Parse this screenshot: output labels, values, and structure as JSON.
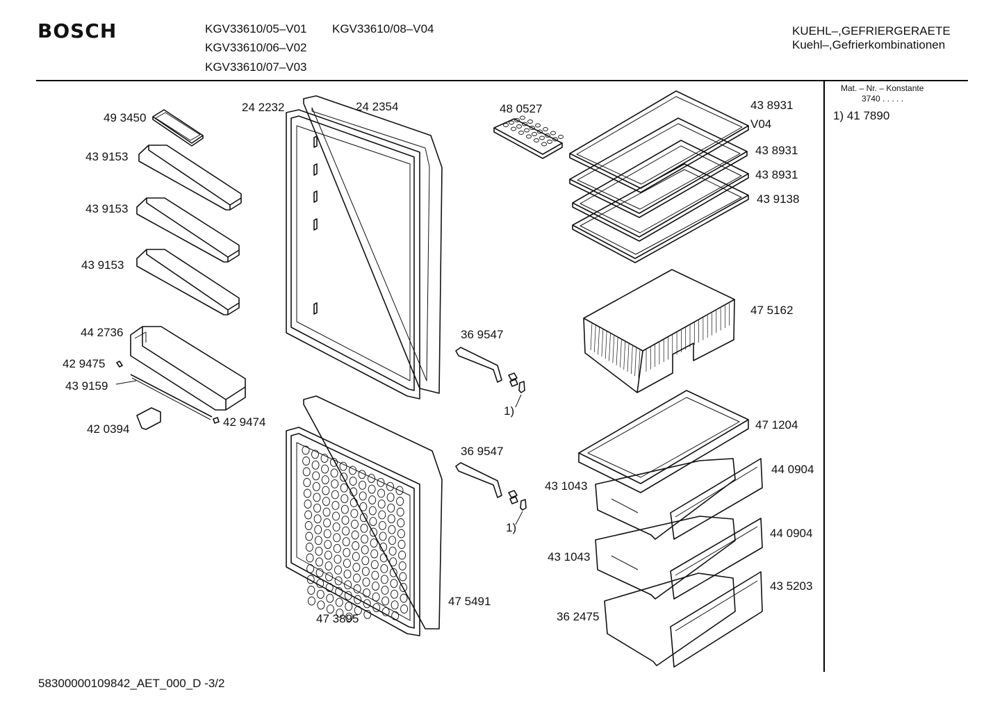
{
  "header": {
    "brand": "BOSCH",
    "models": [
      "KGV33610/05–V01",
      "KGV33610/08–V04",
      "KGV33610/06–V02",
      "KGV33610/07–V03"
    ],
    "category_1": "KUEHL–,GEFRIERGERAETE",
    "category_2": "Kuehl–,Gefrierkombinationen"
  },
  "side_panel": {
    "heading": "Mat. – Nr. – Konstante",
    "constant": "3740 . . . . .",
    "note": "1)  41 7890"
  },
  "parts": {
    "p493450": "49 3450",
    "p439153a": "43 9153",
    "p439153b": "43 9153",
    "p439153c": "43 9153",
    "p442736": "44 2736",
    "p429475": "42 9475",
    "p439159": "43 9159",
    "p420394": "42 0394",
    "p429474": "42 9474",
    "p242232": "24 2232",
    "p242354": "24 2354",
    "p369547a": "36 9547",
    "note1a": "1)",
    "p369547b": "36 9547",
    "note1b": "1)",
    "p475491": "47 5491",
    "p473895": "47 3895",
    "p480527": "48 0527",
    "p438931a": "43 8931",
    "v04": "V04",
    "p438931b": "43 8931",
    "p438931c": "43 8931",
    "p439138": "43 9138",
    "p475162": "47 5162",
    "p471204": "47 1204",
    "p440904a": "44 0904",
    "p431043a": "43 1043",
    "p440904b": "44 0904",
    "p431043b": "43 1043",
    "p435203": "43 5203",
    "p362475": "36 2475"
  },
  "footer": {
    "doc_id": "58300000109842_AET_000_D -3/2"
  }
}
